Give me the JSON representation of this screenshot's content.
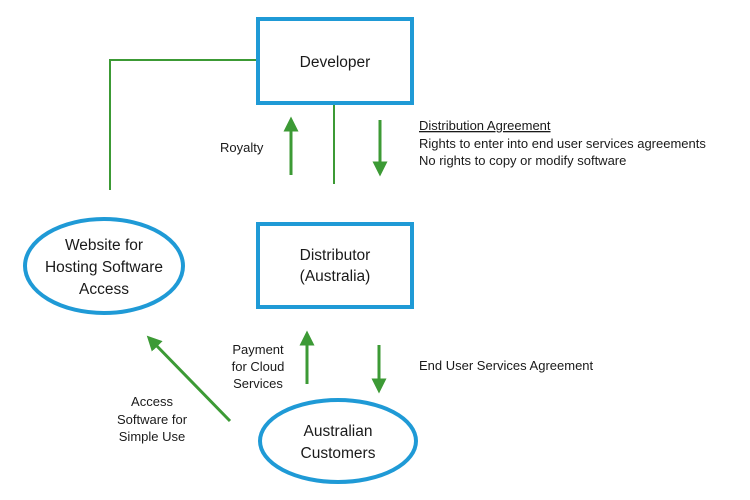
{
  "nodes": {
    "developer": {
      "label": "Developer"
    },
    "distributor": {
      "label_line1": "Distributor",
      "label_line2": "(Australia)"
    },
    "website": {
      "label_line1": "Website for",
      "label_line2": "Hosting Software",
      "label_line3": "Access"
    },
    "customers": {
      "label_line1": "Australian",
      "label_line2": "Customers"
    }
  },
  "edges": {
    "royalty": {
      "label": "Royalty"
    },
    "distribution_agreement": {
      "heading": "Distribution Agreement",
      "line1": "Rights to enter into end user services agreements",
      "line2": "No rights to copy or modify software"
    },
    "payment": {
      "line1": "Payment",
      "line2": "for Cloud",
      "line3": "Services"
    },
    "end_user_agreement": {
      "label": "End User Services Agreement"
    },
    "access": {
      "line1": "Access",
      "line2": "Software for",
      "line3": "Simple Use"
    }
  },
  "colors": {
    "node_border": "#1f9ad6",
    "arrow": "#3c9a35",
    "text": "#1a1a1a"
  }
}
